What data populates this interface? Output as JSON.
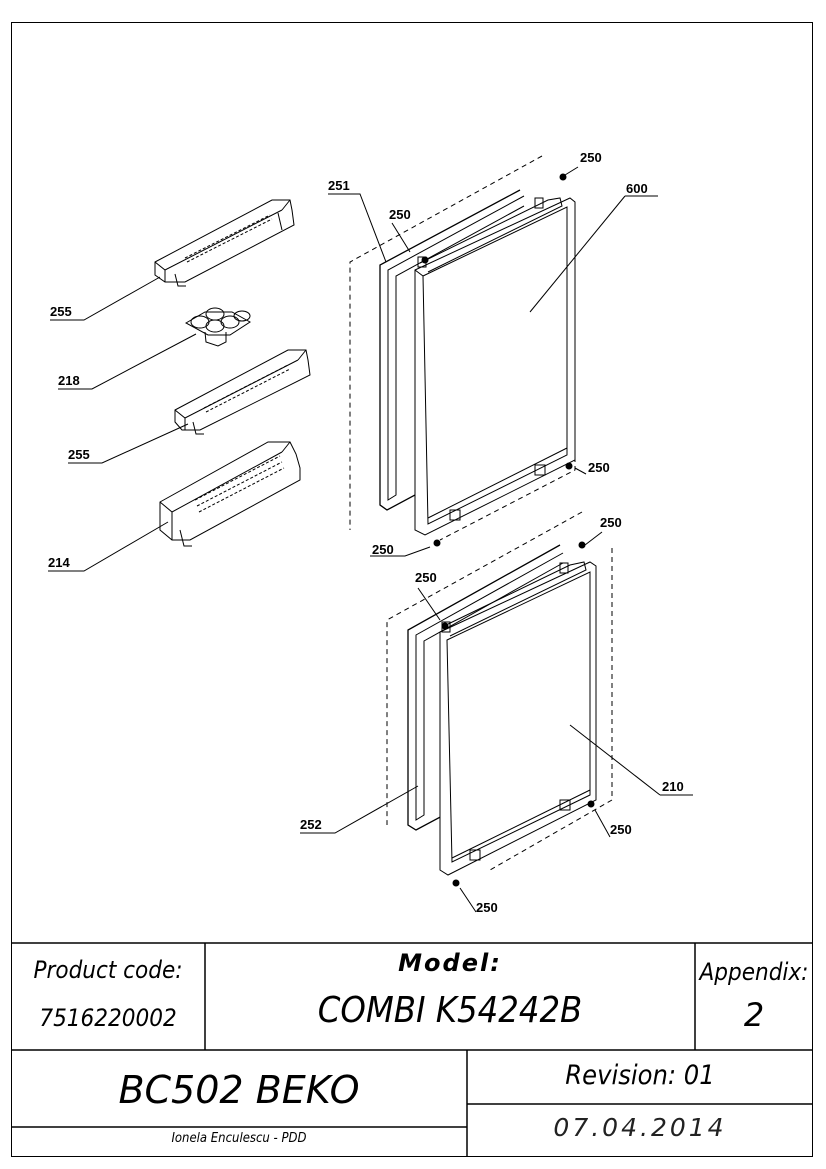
{
  "callouts": {
    "c250_top": "250",
    "c251": "251",
    "c250_a": "250",
    "c600": "600",
    "c255_a": "255",
    "c218": "218",
    "c255_b": "255",
    "c250_b": "250",
    "c214": "214",
    "c250_c": "250",
    "c250_d": "250",
    "c250_e": "250",
    "c210": "210",
    "c252": "252",
    "c250_f": "250",
    "c250_g": "250"
  },
  "title_block": {
    "product_code_label": "Product code:",
    "product_code_value": "7516220002",
    "model_label": "Model:",
    "model_value": "COMBI K54242B",
    "appendix_label": "Appendix:",
    "appendix_value": "2",
    "brand": "BC502 BEKO",
    "revision": "Revision: 01",
    "author": "Ionela Enculescu - PDD",
    "date": "07.04.2014"
  }
}
